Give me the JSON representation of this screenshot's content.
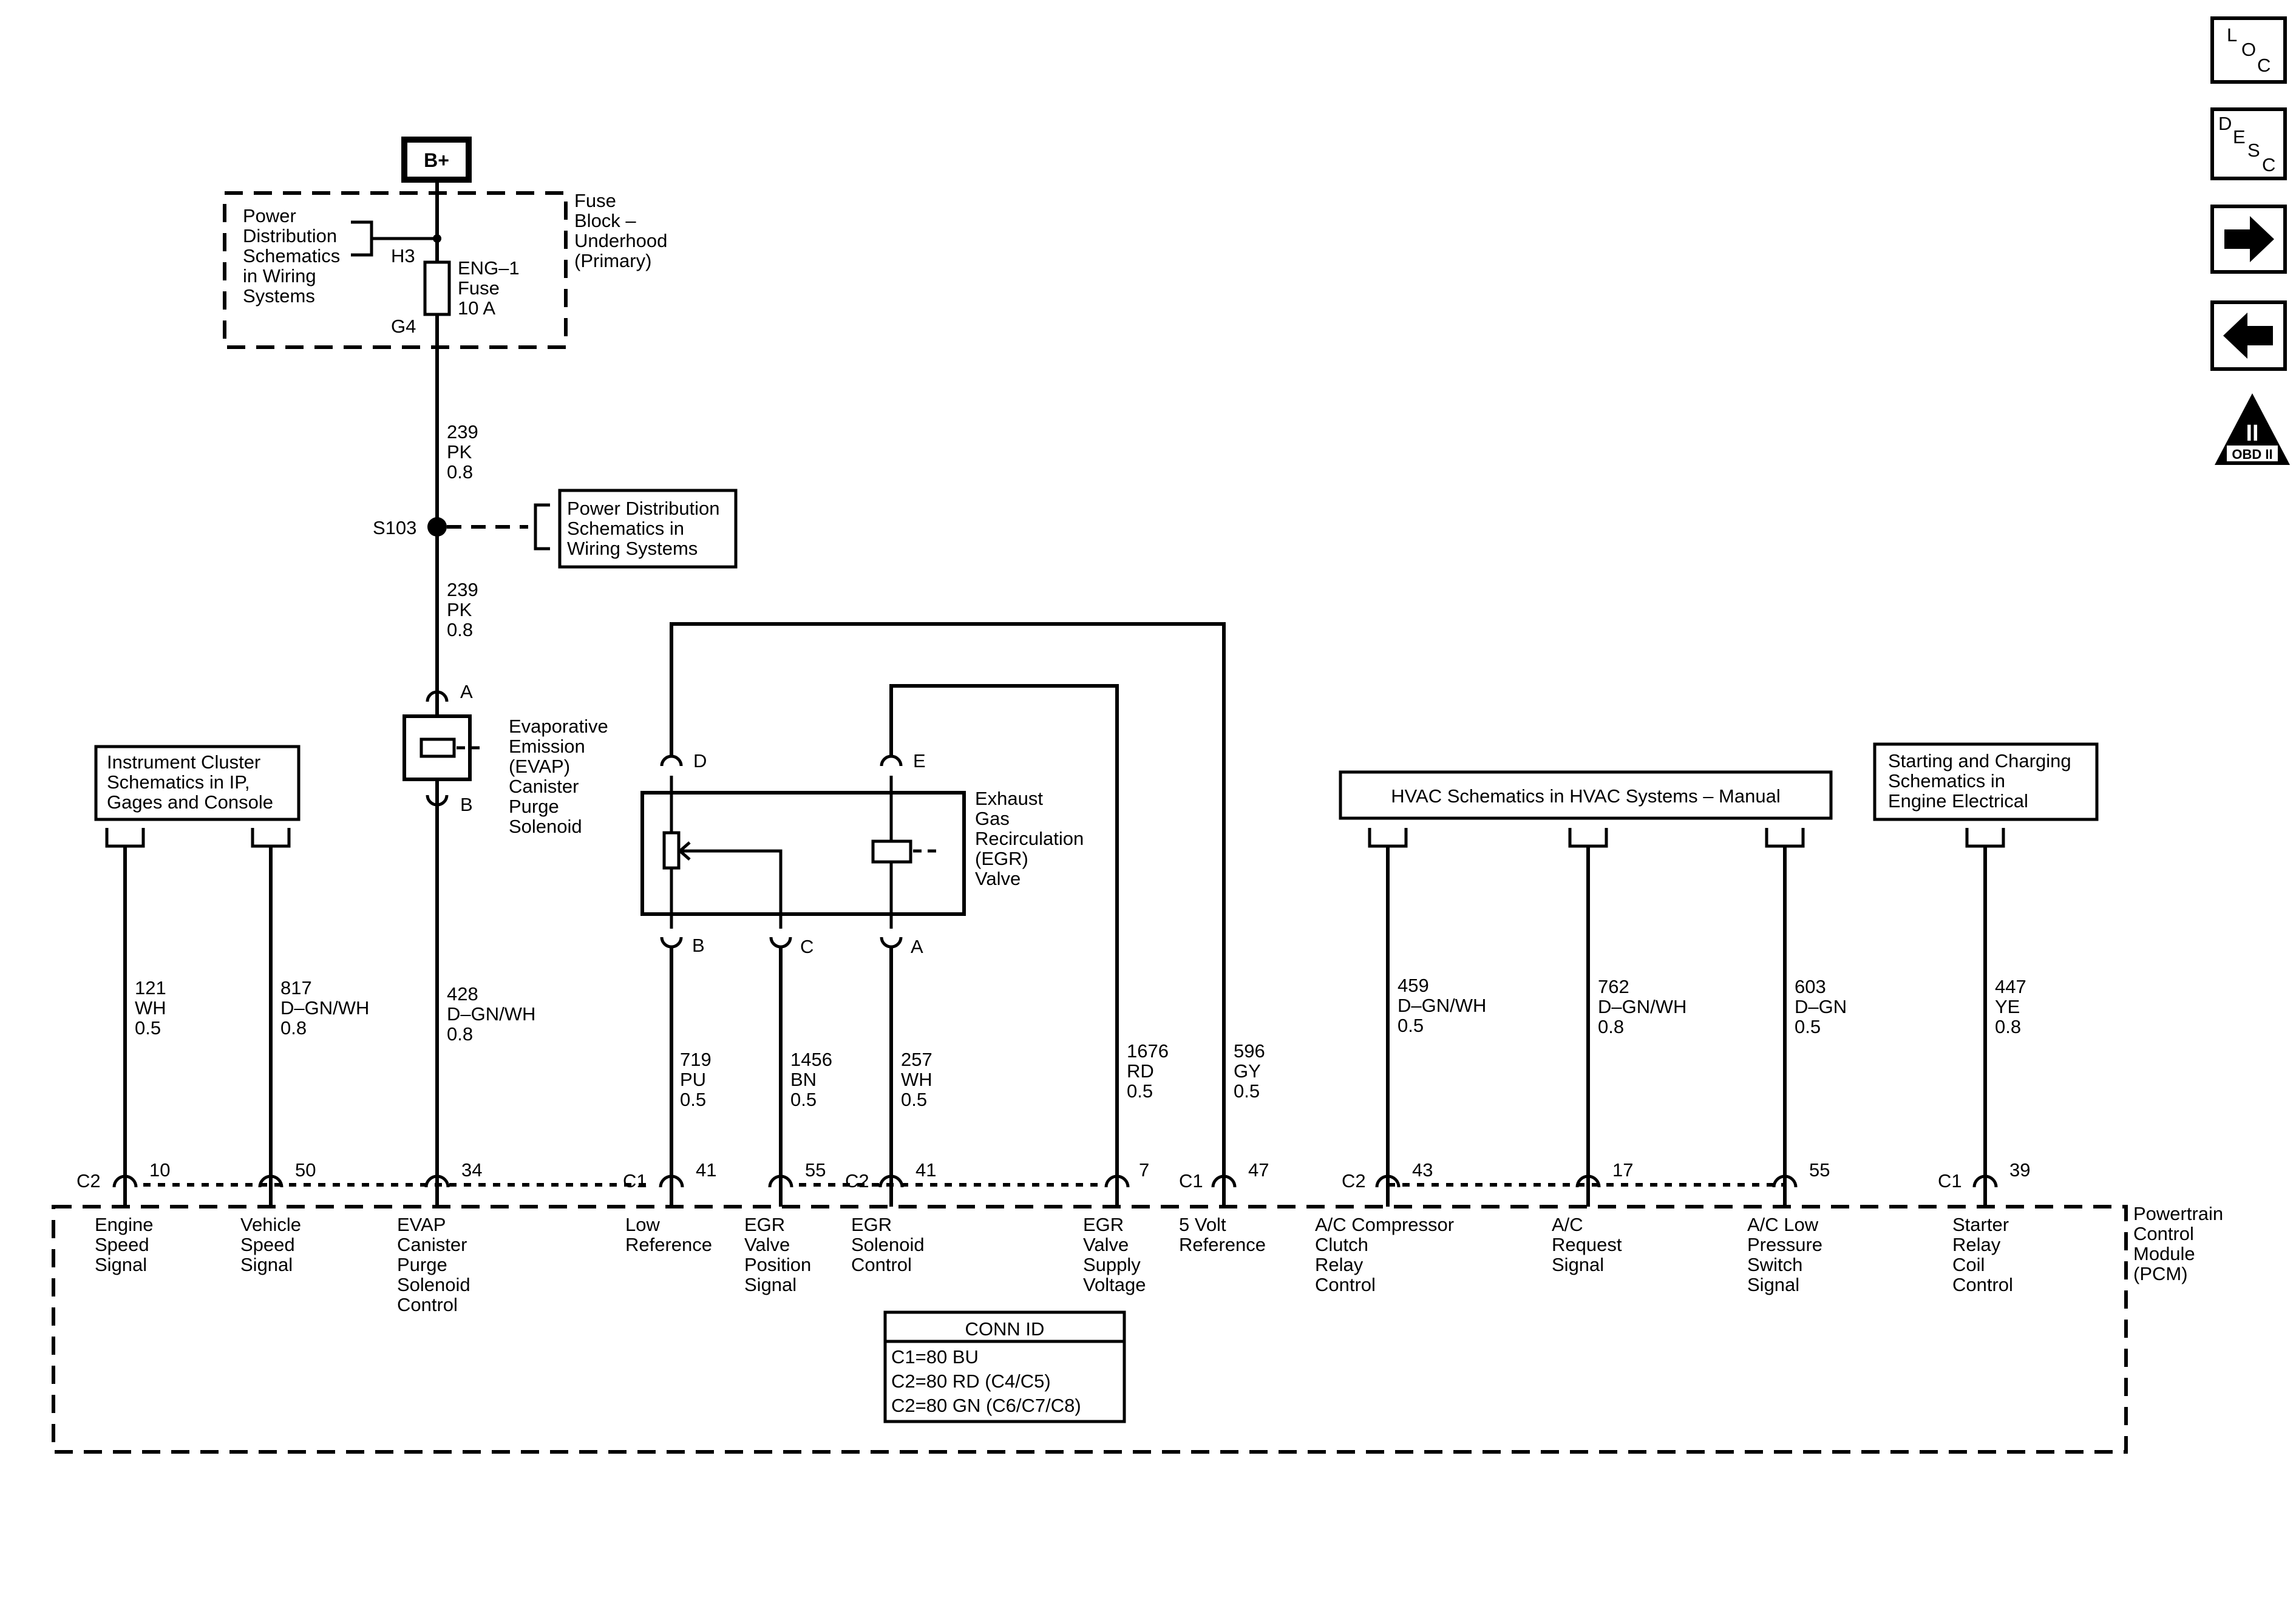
{
  "nav": {
    "loc": [
      "L",
      "O",
      "C"
    ],
    "desc": [
      "D",
      "E",
      "S",
      "C"
    ],
    "obd": {
      "top": "II",
      "bottom": "OBD II"
    },
    "colors": {
      "ink": "#000000",
      "paper": "#ffffff"
    },
    "icons": {
      "next": "arrow-right-icon",
      "prev": "arrow-left-icon",
      "obd": "obd-ii-warning-icon"
    }
  },
  "power": {
    "b_plus": "B+",
    "fuse_block_lines": [
      "Fuse",
      "Block –",
      "Underhood",
      "(Primary)"
    ],
    "ref_lines": [
      "Power",
      "Distribution",
      "Schematics",
      "in Wiring",
      "Systems"
    ],
    "h3": "H3",
    "g4": "G4",
    "fuse_lines": [
      "ENG–1",
      "Fuse",
      "10 A"
    ],
    "wire_top": [
      "239",
      "PK",
      "0.8"
    ],
    "splice": "S103",
    "splice_ref_lines": [
      "Power Distribution",
      "Schematics in",
      "Wiring  Systems"
    ],
    "wire_bottom": [
      "239",
      "PK",
      "0.8"
    ]
  },
  "evap": {
    "pin_a": "A",
    "pin_b": "B",
    "name_lines": [
      "Evaporative",
      "Emission",
      "(EVAP)",
      "Canister",
      "Purge",
      "Solenoid"
    ],
    "wire": [
      "428",
      "D–GN/WH",
      "0.8"
    ]
  },
  "egr": {
    "name_lines": [
      "Exhaust",
      "Gas",
      "Recirculation",
      "(EGR)",
      "Valve"
    ],
    "pin_d": "D",
    "pin_e": "E",
    "pin_b": "B",
    "pin_c": "C",
    "pin_a": "A"
  },
  "references": {
    "cluster_lines": [
      "Instrument Cluster",
      "Schematics in IP,",
      "Gages and Console"
    ],
    "hvac": "HVAC Schematics in HVAC Systems – Manual",
    "starting_lines": [
      "Starting and Charging",
      "Schematics in",
      "Engine Electrical"
    ]
  },
  "wires": [
    {
      "lines": [
        "121",
        "WH",
        "0.5"
      ]
    },
    {
      "lines": [
        "817",
        "D–GN/WH",
        "0.8"
      ]
    },
    {
      "lines": [
        "719",
        "PU",
        "0.5"
      ]
    },
    {
      "lines": [
        "1456",
        "BN",
        "0.5"
      ]
    },
    {
      "lines": [
        "257",
        "WH",
        "0.5"
      ]
    },
    {
      "lines": [
        "1676",
        "RD",
        "0.5"
      ]
    },
    {
      "lines": [
        "596",
        "GY",
        "0.5"
      ]
    },
    {
      "lines": [
        "459",
        "D–GN/WH",
        "0.5"
      ]
    },
    {
      "lines": [
        "762",
        "D–GN/WH",
        "0.8"
      ]
    },
    {
      "lines": [
        "603",
        "D–GN",
        "0.5"
      ]
    },
    {
      "lines": [
        "447",
        "YE",
        "0.8"
      ]
    }
  ],
  "pins": [
    {
      "conn": "C2",
      "num": "10",
      "lines": [
        "Engine",
        "Speed",
        "Signal"
      ]
    },
    {
      "conn": "",
      "num": "50",
      "lines": [
        "Vehicle",
        "Speed",
        "Signal"
      ]
    },
    {
      "conn": "",
      "num": "34",
      "lines": [
        "EVAP",
        "Canister",
        "Purge",
        "Solenoid",
        "Control"
      ]
    },
    {
      "conn": "C1",
      "num": "41",
      "lines": [
        "Low",
        "Reference"
      ]
    },
    {
      "conn": "",
      "num": "55",
      "lines": [
        "EGR",
        "Valve",
        "Position",
        "Signal"
      ]
    },
    {
      "conn": "C2",
      "num": "41",
      "lines": [
        "EGR",
        "Solenoid",
        "Control"
      ]
    },
    {
      "conn": "",
      "num": "7",
      "lines": [
        "EGR",
        "Valve",
        "Supply",
        "Voltage"
      ]
    },
    {
      "conn": "C1",
      "num": "47",
      "lines": [
        "5 Volt",
        "Reference"
      ]
    },
    {
      "conn": "C2",
      "num": "43",
      "lines": [
        "A/C Compressor",
        "Clutch",
        "Relay",
        "Control"
      ]
    },
    {
      "conn": "",
      "num": "17",
      "lines": [
        "A/C",
        "Request",
        "Signal"
      ]
    },
    {
      "conn": "",
      "num": "55",
      "lines": [
        "A/C Low",
        "Pressure",
        "Switch",
        "Signal"
      ]
    },
    {
      "conn": "C1",
      "num": "39",
      "lines": [
        "Starter",
        "Relay",
        "Coil",
        "Control"
      ]
    }
  ],
  "pcm": {
    "name_lines": [
      "Powertrain",
      "Control",
      "Module",
      "(PCM)"
    ],
    "conn_title": "CONN ID",
    "conn_lines": [
      "C1=80 BU",
      "C2=80 RD (C4/C5)",
      "C2=80 GN (C6/C7/C8)"
    ]
  }
}
